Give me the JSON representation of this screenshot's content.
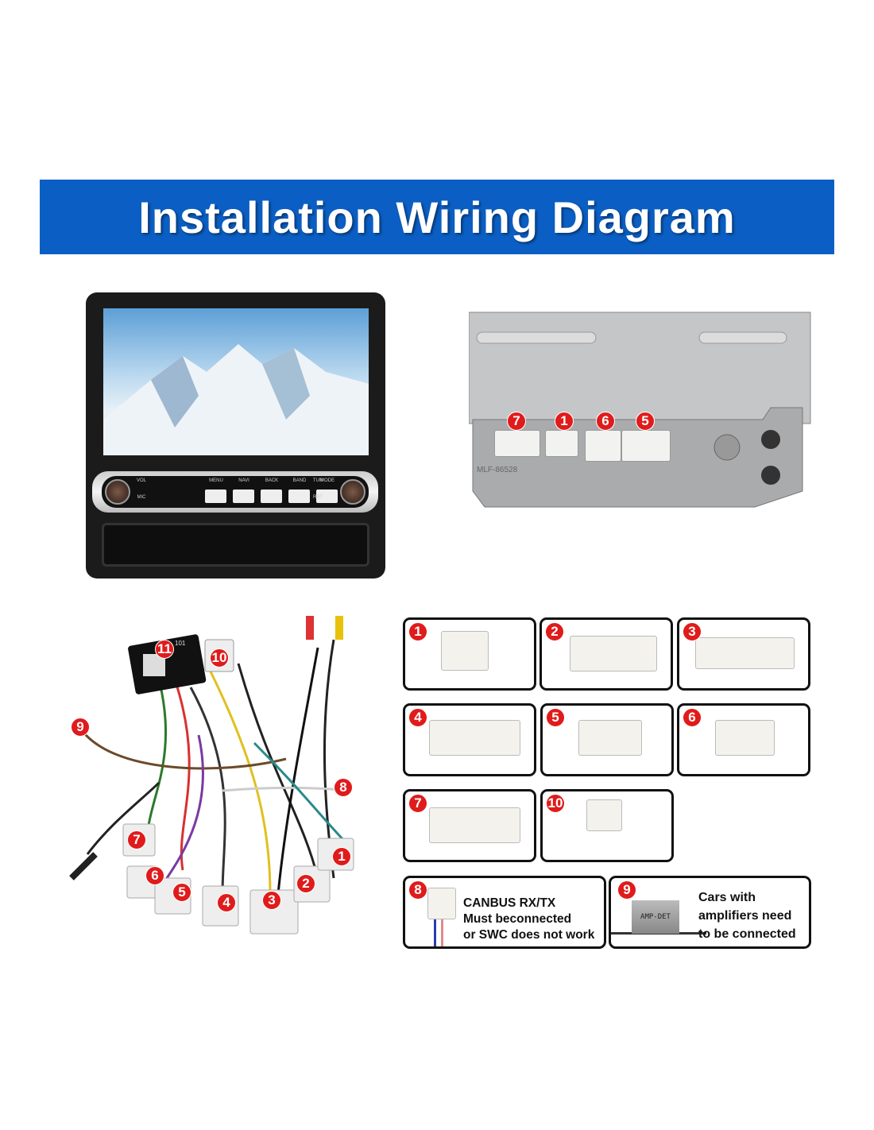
{
  "title": "Installation Wiring Diagram",
  "head_unit": {
    "labels": [
      "VOL",
      "MIC",
      "MENU",
      "NAVI",
      "BACK",
      "BAND",
      "MODE",
      "TUN",
      "RST"
    ]
  },
  "chassis": {
    "plug_numbers": [
      "7",
      "1",
      "6",
      "5"
    ],
    "part_marking": "MLF-86528"
  },
  "harness": {
    "numbers": [
      "11",
      "10",
      "9",
      "8",
      "7",
      "1",
      "6",
      "2",
      "5",
      "4",
      "3"
    ],
    "module_text": "101"
  },
  "connectors": [
    {
      "number": "1"
    },
    {
      "number": "2"
    },
    {
      "number": "3"
    },
    {
      "number": "4"
    },
    {
      "number": "5"
    },
    {
      "number": "6"
    },
    {
      "number": "7"
    },
    {
      "number": "10"
    }
  ],
  "notes": [
    {
      "number": "8",
      "lines": [
        "CANBUS RX/TX",
        "Must beconnected",
        "or SWC does not work"
      ]
    },
    {
      "number": "9",
      "tag": "AMP-DET",
      "lines": [
        "Cars with",
        "amplifiers need",
        "to be connected"
      ]
    }
  ],
  "colors": {
    "banner": "#0b5fc4",
    "badge": "#e01b1b"
  }
}
